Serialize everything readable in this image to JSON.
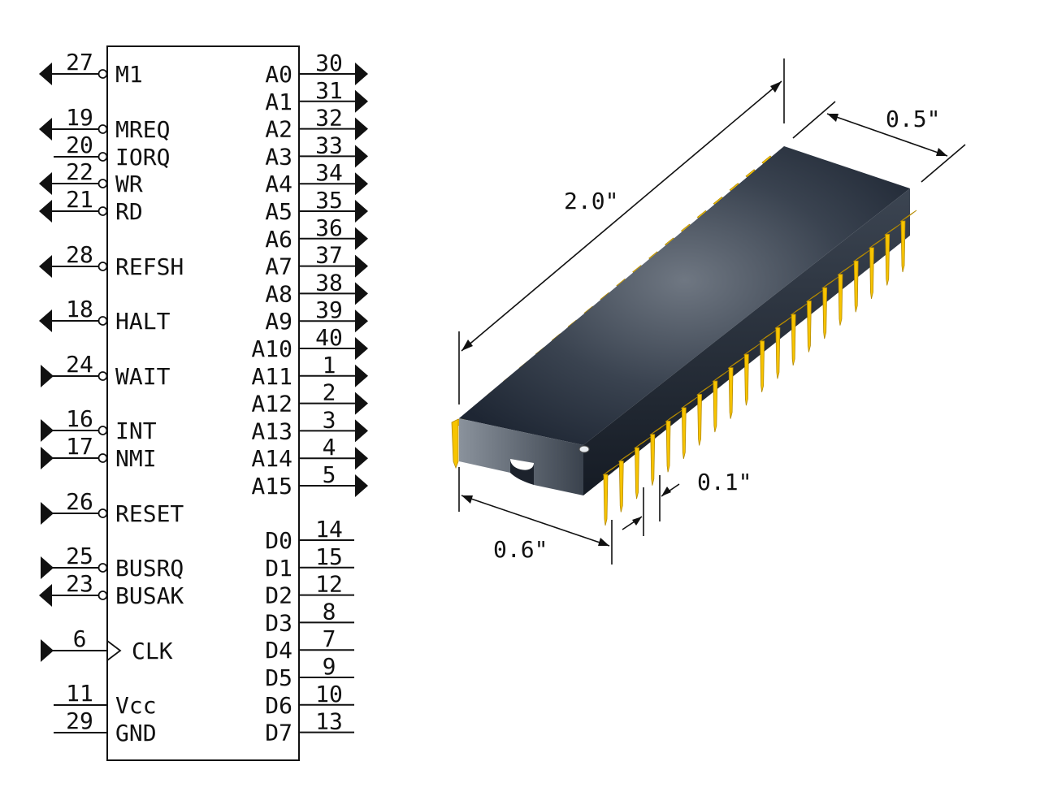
{
  "colors": {
    "line": "#111111",
    "chip_dark": "#1f2836",
    "chip_light": "#6c7480",
    "lead": "#f7c400",
    "lead_shadow": "#b58a00"
  },
  "left_pins": [
    {
      "pin": "27",
      "name": "M1",
      "arrow": "out",
      "bubble": true
    },
    {
      "pin": "19",
      "name": "MREQ",
      "arrow": "out",
      "bubble": true
    },
    {
      "pin": "20",
      "name": "IORQ",
      "arrow": "none",
      "bubble": true
    },
    {
      "pin": "22",
      "name": "WR",
      "arrow": "out",
      "bubble": true
    },
    {
      "pin": "21",
      "name": "RD",
      "arrow": "out",
      "bubble": true
    },
    {
      "pin": "28",
      "name": "REFSH",
      "arrow": "out",
      "bubble": true
    },
    {
      "pin": "18",
      "name": "HALT",
      "arrow": "out",
      "bubble": true
    },
    {
      "pin": "24",
      "name": "WAIT",
      "arrow": "in",
      "bubble": true
    },
    {
      "pin": "16",
      "name": "INT",
      "arrow": "in",
      "bubble": true
    },
    {
      "pin": "17",
      "name": "NMI",
      "arrow": "in",
      "bubble": true
    },
    {
      "pin": "26",
      "name": "RESET",
      "arrow": "in",
      "bubble": true
    },
    {
      "pin": "25",
      "name": "BUSRQ",
      "arrow": "in",
      "bubble": true
    },
    {
      "pin": "23",
      "name": "BUSAK",
      "arrow": "out",
      "bubble": true
    },
    {
      "pin": "6",
      "name": "CLK",
      "arrow": "in",
      "bubble": false,
      "clock": true
    },
    {
      "pin": "11",
      "name": "Vcc",
      "arrow": "none",
      "bubble": false
    },
    {
      "pin": "29",
      "name": "GND",
      "arrow": "none",
      "bubble": false
    }
  ],
  "right_pins": [
    {
      "pin": "30",
      "name": "A0",
      "arrow": true
    },
    {
      "pin": "31",
      "name": "A1",
      "arrow": true
    },
    {
      "pin": "32",
      "name": "A2",
      "arrow": true
    },
    {
      "pin": "33",
      "name": "A3",
      "arrow": true
    },
    {
      "pin": "34",
      "name": "A4",
      "arrow": true
    },
    {
      "pin": "35",
      "name": "A5",
      "arrow": true
    },
    {
      "pin": "36",
      "name": "A6",
      "arrow": true
    },
    {
      "pin": "37",
      "name": "A7",
      "arrow": true
    },
    {
      "pin": "38",
      "name": "A8",
      "arrow": true
    },
    {
      "pin": "39",
      "name": "A9",
      "arrow": true
    },
    {
      "pin": "40",
      "name": "A10",
      "arrow": true
    },
    {
      "pin": "1",
      "name": "A11",
      "arrow": true
    },
    {
      "pin": "2",
      "name": "A12",
      "arrow": true
    },
    {
      "pin": "3",
      "name": "A13",
      "arrow": true
    },
    {
      "pin": "4",
      "name": "A14",
      "arrow": true
    },
    {
      "pin": "5",
      "name": "A15",
      "arrow": true
    },
    {
      "pin": "14",
      "name": "D0",
      "arrow": false
    },
    {
      "pin": "15",
      "name": "D1",
      "arrow": false
    },
    {
      "pin": "12",
      "name": "D2",
      "arrow": false
    },
    {
      "pin": "8",
      "name": "D3",
      "arrow": false
    },
    {
      "pin": "7",
      "name": "D4",
      "arrow": false
    },
    {
      "pin": "9",
      "name": "D5",
      "arrow": false
    },
    {
      "pin": "10",
      "name": "D6",
      "arrow": false
    },
    {
      "pin": "13",
      "name": "D7",
      "arrow": false
    }
  ],
  "dimensions": {
    "length": "2.0\"",
    "width": "0.5\"",
    "row_spacing": "0.6\"",
    "pin_pitch": "0.1\""
  }
}
